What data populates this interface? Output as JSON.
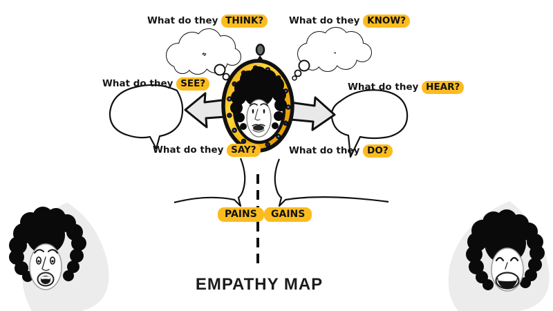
{
  "title": "EMPATHY MAP",
  "questions": {
    "think": {
      "prefix": "What do they",
      "keyword": "THINK?"
    },
    "know": {
      "prefix": "What do they",
      "keyword": "KNOW?"
    },
    "see": {
      "prefix": "What do they",
      "keyword": "SEE?"
    },
    "hear": {
      "prefix": "What do they",
      "keyword": "HEAR?"
    },
    "say": {
      "prefix": "What do they",
      "keyword": "SAY?"
    },
    "do": {
      "prefix": "What do they",
      "keyword": "DO?"
    }
  },
  "sections": {
    "pains": "PAINS",
    "gains": "GAINS"
  },
  "colors": {
    "highlight_yellow": "#FBBC20",
    "frame_gold": "#F2A20C",
    "frame_yellow": "#FFD93E",
    "arrow_gray": "#E9E9E9",
    "blob_gray": "#ECECEC",
    "ink_black": "#111111"
  },
  "icons": {
    "center": "mirror-portrait-icon",
    "bottom_left": "shocked-face-icon",
    "bottom_right": "laughing-face-icon",
    "left_arrow": "arrow-left-icon",
    "right_arrow": "arrow-right-icon"
  }
}
